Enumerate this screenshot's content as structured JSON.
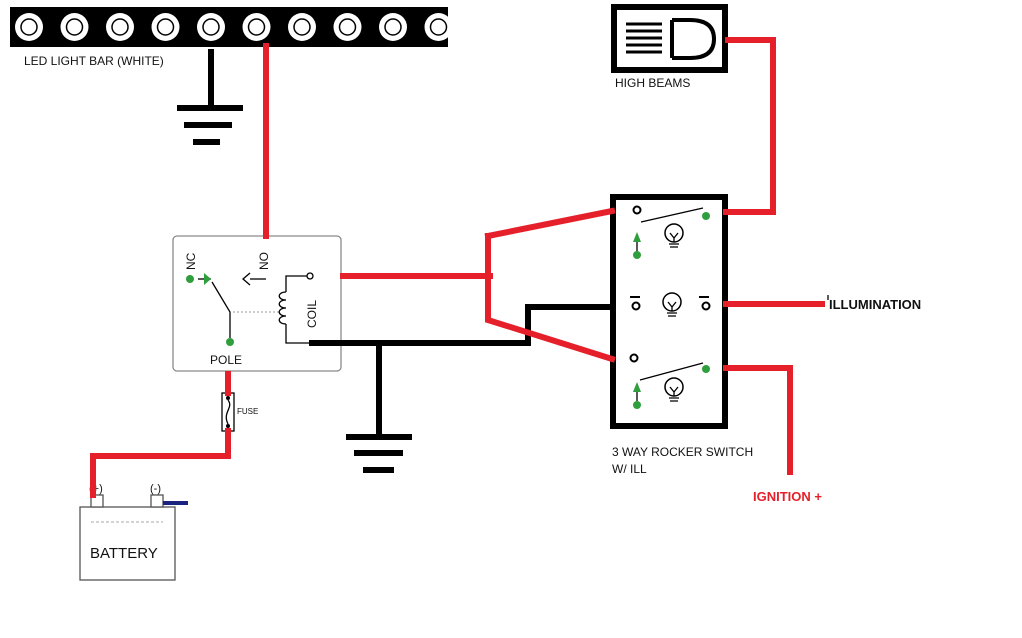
{
  "labels": {
    "led_bar": "LED LIGHT BAR (WHITE)",
    "high_beams": "HIGH BEAMS",
    "relay_nc": "NC",
    "relay_no": "NO",
    "relay_coil": "COIL",
    "relay_pole": "POLE",
    "fuse": "FUSE",
    "battery_pos": "(+)",
    "battery_neg": "(-)",
    "battery": "BATTERY",
    "switch_line1": "3 WAY ROCKER SWITCH",
    "switch_line2": "W/ ILL",
    "illumination": "ILLUMINATION",
    "ignition": "IGNITION +"
  },
  "colors": {
    "power_wire": "#e5202a",
    "ground_wire": "#000000",
    "terminal": "#2f9e3c",
    "battery_neg_lead": "#1a237e"
  },
  "led_count": 10
}
